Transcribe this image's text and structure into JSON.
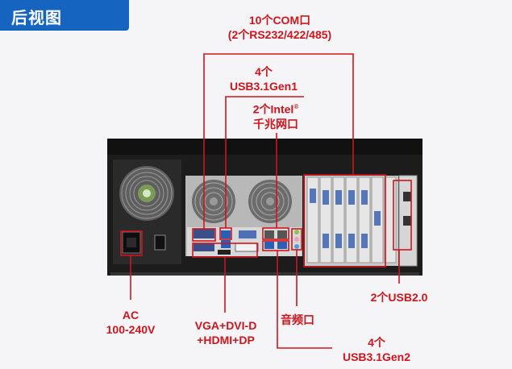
{
  "header": {
    "title": "后视图"
  },
  "labels": {
    "com_line1": "10个COM口",
    "com_line2": "(2个RS232/422/485)",
    "usb31gen1_line1": "4个",
    "usb31gen1_line2": "USB3.1Gen1",
    "lan_line1": "2个Intel",
    "lan_trademark": "®",
    "lan_line2": "千兆网口",
    "usb20": "2个USB2.0",
    "ac_line1": "AC",
    "ac_line2": "100-240V",
    "video_line1": "VGA+DVI-D",
    "video_line2": "+HDMI+DP",
    "audio": "音频口",
    "usb31gen2_line1": "4个",
    "usb31gen2_line2": "USB3.1Gen2"
  },
  "colors": {
    "header_bg": "#1565c0",
    "callout_red": "#d0141b",
    "chassis": "#1f1f1f",
    "panel_grey": "#bdbdbd"
  }
}
